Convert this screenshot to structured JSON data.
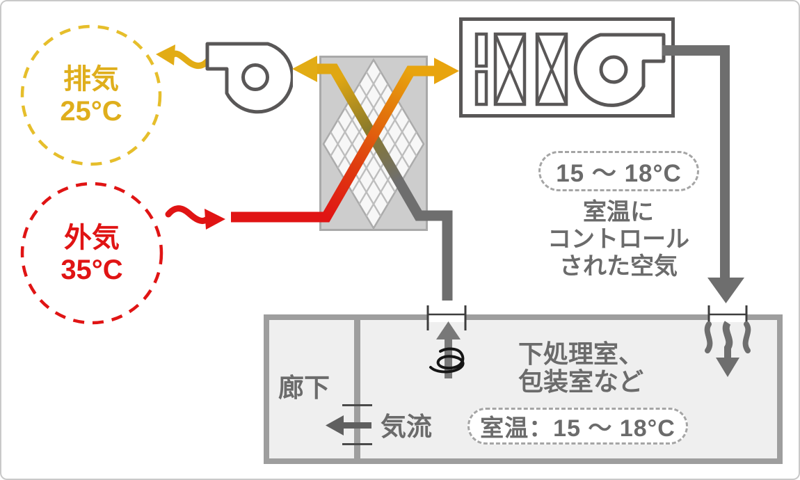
{
  "diagram": {
    "exhaust_bubble": {
      "label": "排気",
      "temp": "25°C"
    },
    "outside_bubble": {
      "label": "外気",
      "temp": "35°C"
    },
    "supply_air": {
      "temp_pill": "15 〜 18°C",
      "caption_lines": [
        "室温に",
        "コントロール",
        "された空気"
      ]
    },
    "room": {
      "name_line1": "下処理室、",
      "name_line2": "包装室など",
      "temp_pill": "室温：15 〜 18°C",
      "corridor_label": "廊下",
      "airflow_label": "気流"
    },
    "icons": [
      "exhaust-fan-icon",
      "supply-fan-icon",
      "damper-icon",
      "filter-coil-icon",
      "heat-exchanger-core-icon",
      "spiral-extract-arrow-icon",
      "supply-diffuser-icon"
    ],
    "colors": {
      "exhaust_yellow": "#e2ac15",
      "outside_red": "#e01414",
      "duct_gray": "#6e6e6e",
      "text_gray": "#6b6b6b",
      "outline_gray": "#595757",
      "wall_gray": "#9e9e9e",
      "exchanger_fill": "#cdcdcd"
    }
  }
}
